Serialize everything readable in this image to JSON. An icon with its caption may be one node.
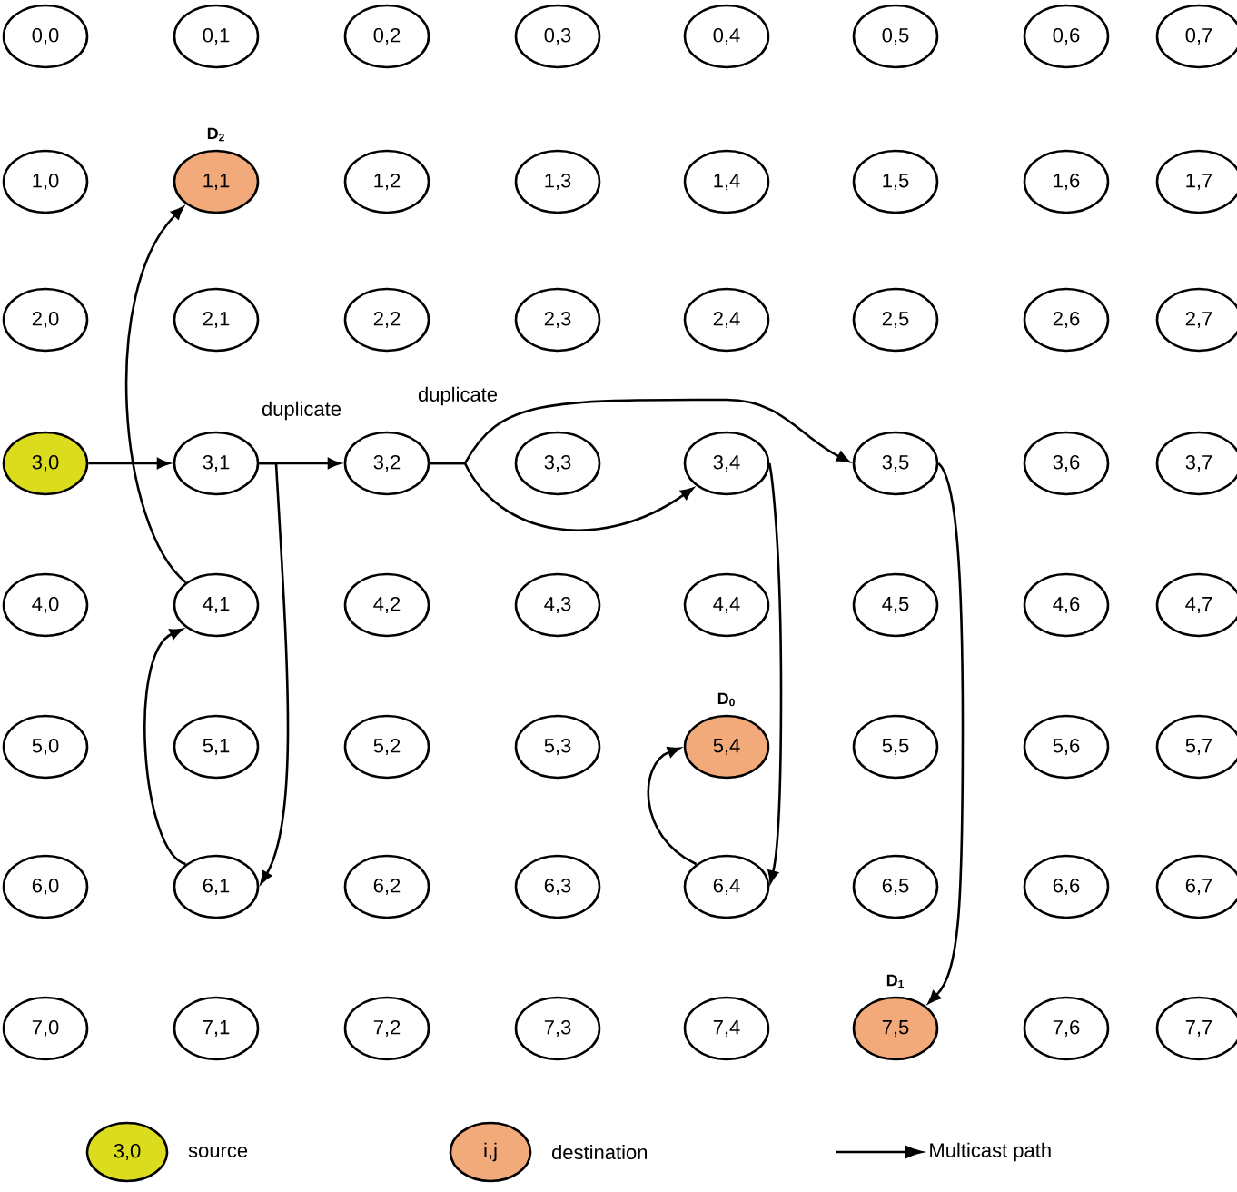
{
  "diagram": {
    "nodes": [
      {
        "text": [
          "0,0"
        ]
      },
      {
        "text": [
          "0,1"
        ]
      },
      {
        "text": [
          "0,2"
        ]
      },
      {
        "text": [
          "0,3"
        ]
      },
      {
        "text": [
          "0,4"
        ]
      },
      {
        "text": [
          "0,5"
        ]
      },
      {
        "text": [
          "0,6"
        ]
      },
      {
        "text": [
          "0,7"
        ]
      },
      {
        "text": [
          "1,0"
        ]
      },
      {
        "text": [
          "1,1"
        ],
        "beside": [
          "D$_{2}$"
        ]
      },
      {
        "text": [
          "1,2"
        ]
      },
      {
        "text": [
          "1,3"
        ]
      },
      {
        "text": [
          "1,4"
        ]
      },
      {
        "text": [
          "1,5"
        ]
      },
      {
        "text": [
          "1,6"
        ]
      },
      {
        "text": [
          "1,7"
        ]
      },
      {
        "text": [
          "2,0"
        ]
      },
      {
        "text": [
          "2,1"
        ]
      },
      {
        "text": [
          "2,2"
        ]
      },
      {
        "text": [
          "2,3"
        ]
      },
      {
        "text": [
          "2,4"
        ]
      },
      {
        "text": [
          "2,5"
        ]
      },
      {
        "text": [
          "2,6"
        ]
      },
      {
        "text": [
          "2,7"
        ]
      },
      {
        "text": [
          "3,0"
        ]
      },
      {
        "text": [
          "3,1"
        ]
      },
      {
        "text": [
          "3,2"
        ]
      },
      {
        "text": [
          "3,3"
        ]
      },
      {
        "text": [
          "3,4"
        ]
      },
      {
        "text": [
          "3,5"
        ]
      },
      {
        "text": [
          "3,6"
        ]
      },
      {
        "text": [
          "3,7"
        ]
      },
      {
        "text": [
          "4,0"
        ]
      },
      {
        "text": [
          "4,1"
        ]
      },
      {
        "text": [
          "4,2"
        ]
      },
      {
        "text": [
          "4,3"
        ]
      },
      {
        "text": [
          "4,4"
        ]
      },
      {
        "text": [
          "4,5"
        ]
      },
      {
        "text": [
          "4,6"
        ]
      },
      {
        "text": [
          "4,7"
        ]
      },
      {
        "text": [
          "5,0"
        ]
      },
      {
        "text": [
          "5,1"
        ]
      },
      {
        "text": [
          "5,2"
        ]
      },
      {
        "text": [
          "5,3"
        ]
      },
      {
        "text": [
          "5,4"
        ],
        "beside": [
          "D$_{0}$"
        ]
      },
      {
        "text": [
          "5,5"
        ]
      },
      {
        "text": [
          "5,6"
        ]
      },
      {
        "text": [
          "5,7"
        ]
      },
      {
        "text": [
          "6,0"
        ]
      },
      {
        "text": [
          "6,1"
        ]
      },
      {
        "text": [
          "6,2"
        ]
      },
      {
        "text": [
          "6,3"
        ]
      },
      {
        "text": [
          "6,4"
        ]
      },
      {
        "text": [
          "6,5"
        ]
      },
      {
        "text": [
          "6,6"
        ]
      },
      {
        "text": [
          "6,7"
        ]
      },
      {
        "text": [
          "7,0"
        ]
      },
      {
        "text": [
          "7,1"
        ]
      },
      {
        "text": [
          "7,2"
        ]
      },
      {
        "text": [
          "7,3"
        ]
      },
      {
        "text": [
          "7,4"
        ]
      },
      {
        "text": [
          "7,5"
        ],
        "beside": [
          "D$_{1}$"
        ]
      },
      {
        "text": [
          "7,6"
        ]
      },
      {
        "text": [
          "7,7"
        ]
      }
    ],
    "edges": [
      {
        "from": 24,
        "to": 25,
        "arrow": "to"
      },
      {
        "from": 25,
        "to": 26,
        "arrow": "to",
        "label": "duplicate"
      },
      {
        "from": 25,
        "to": 49,
        "arrow": "to"
      },
      {
        "from": 49,
        "to": 33,
        "arrow": "to"
      },
      {
        "from": 33,
        "to": 9,
        "arrow": "to"
      },
      {
        "from": 26,
        "to": 28,
        "arrow": "to"
      },
      {
        "from": 26,
        "to": 29,
        "arrow": "to",
        "label": "duplicate"
      },
      {
        "from": 28,
        "to": 52,
        "arrow": "to"
      },
      {
        "from": 52,
        "to": 44,
        "arrow": "to"
      },
      {
        "from": 29,
        "to": 61,
        "arrow": "to"
      }
    ],
    "labels": [
      "3,0",
      "i,j"
    ],
    "legend": [
      {
        "text": "source",
        "color": "#dcdc1e"
      },
      {
        "text": "destination",
        "color": "#f2aa7a"
      },
      {
        "text": "Multicast path"
      }
    ]
  }
}
